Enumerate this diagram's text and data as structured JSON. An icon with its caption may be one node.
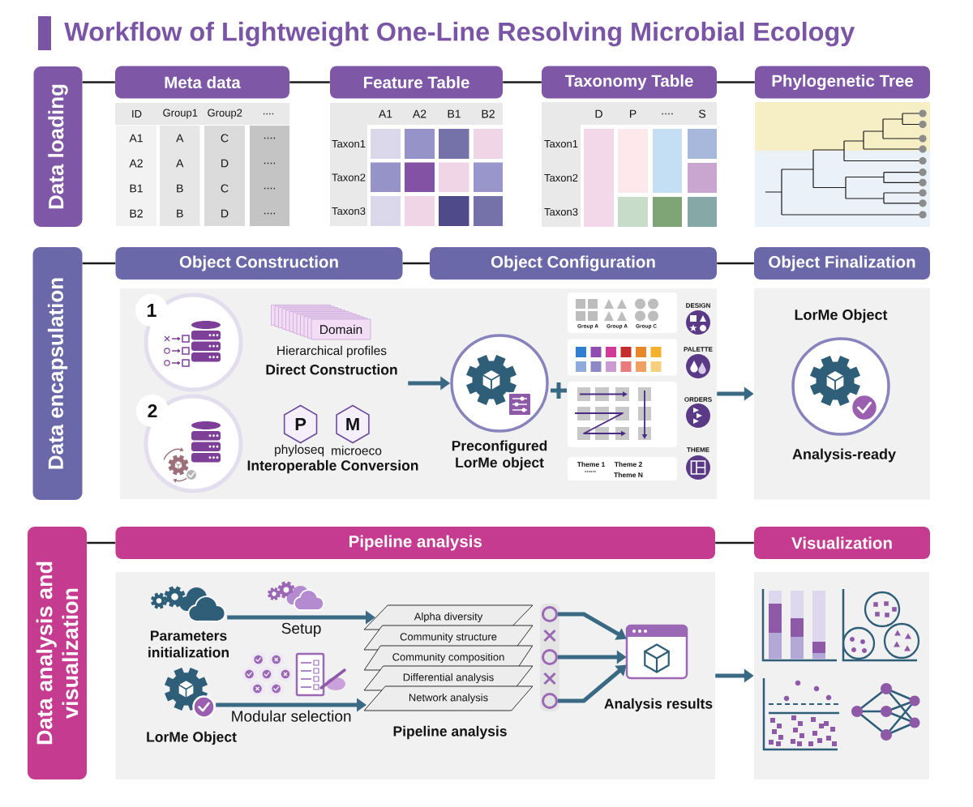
{
  "diagram": {
    "title": "Workflow of Lightweight One-Line Resolving Microbial Ecology",
    "nodes": [
      {
        "text": [
          "Data loading"
        ]
      },
      {
        "text": [
          "Meta data"
        ]
      },
      {
        "text": [
          "Feature Table"
        ]
      },
      {
        "text": [
          "Taxonomy Table"
        ]
      },
      {
        "text": [
          "Phylogenetic Tree"
        ]
      },
      {
        "text": [
          "Data encapsulation"
        ]
      },
      {
        "text": [
          "Object Construction"
        ]
      },
      {
        "text": [
          "Object Configuration"
        ]
      },
      {
        "text": [
          "Object Finalization"
        ]
      },
      {
        "text": [],
        "shape": "box"
      },
      {
        "text": [
          "Domain"
        ],
        "in": 9,
        "beside": [
          "Hierarchical profiles"
        ]
      },
      {
        "text": [
          "P"
        ],
        "in": 9,
        "beside": [
          "phyloseq"
        ]
      },
      {
        "text": [
          "M"
        ],
        "in": 9,
        "beside": [
          "microeco"
        ]
      },
      {
        "text": [],
        "shape": "circle",
        "in": 9,
        "beside": [
          "Preconfigured LorMe object"
        ]
      },
      {
        "text": [
          "Group A",
          "Group A",
          "Group C"
        ],
        "in": 9
      },
      {
        "text": [],
        "shape": "box",
        "in": 9
      },
      {
        "text": [],
        "shape": "box",
        "in": 9
      },
      {
        "text": [
          "Theme 1",
          "Theme 2",
          "......",
          "Theme N"
        ],
        "in": 9
      },
      {
        "text": [
          "LorMe Object",
          "Analysis-ready"
        ]
      },
      {
        "text": [
          "Data analysis and visualization"
        ]
      },
      {
        "text": [
          "Pipeline analysis"
        ]
      },
      {
        "text": [
          "Visualization"
        ]
      },
      {
        "text": [],
        "shape": "box"
      },
      {
        "text": [],
        "shape": "picture",
        "in": 22,
        "beside": [
          "Parameters initialization"
        ]
      },
      {
        "text": [],
        "shape": "picture",
        "in": 22,
        "beside": [
          "LorMe Object"
        ]
      },
      {
        "text": [
          "Alpha diversity"
        ],
        "in": 22
      },
      {
        "text": [
          "Community structure"
        ],
        "in": 22
      },
      {
        "text": [
          "Community composition"
        ],
        "in": 22
      },
      {
        "text": [
          "Differential analysis"
        ],
        "in": 22
      },
      {
        "text": [
          "Network analysis"
        ],
        "in": 22
      },
      {
        "text": [],
        "shape": "circle",
        "in": 22
      },
      {
        "text": [],
        "shape": "circle",
        "in": 22
      },
      {
        "text": [],
        "shape": "circle",
        "in": 22
      },
      {
        "text": [],
        "shape": "picture",
        "in": 22,
        "beside": [
          "Analysis results"
        ]
      },
      {
        "text": [],
        "shape": "box"
      }
    ],
    "edges": [
      {
        "from": 0,
        "to": 1,
        "arrow": "none"
      },
      {
        "from": 1,
        "to": 2,
        "arrow": "none"
      },
      {
        "from": 2,
        "to": 3,
        "arrow": "none"
      },
      {
        "from": 3,
        "to": 4,
        "arrow": "none"
      },
      {
        "from": 5,
        "to": 6,
        "arrow": "none"
      },
      {
        "from": 6,
        "to": 7,
        "arrow": "none"
      },
      {
        "from": 7,
        "to": 8,
        "arrow": "none"
      },
      {
        "from": null,
        "to": 13,
        "arrow": "to",
        "style": "thick",
        "color": "#3a6984"
      },
      {
        "from": 9,
        "to": 18,
        "arrow": "to",
        "style": "thick",
        "color": "#3a6984"
      },
      {
        "from": 19,
        "to": 20,
        "arrow": "none"
      },
      {
        "from": 20,
        "to": 21,
        "arrow": "none"
      },
      {
        "from": 23,
        "to": 25,
        "arrow": "to",
        "label": "Setup",
        "style": "thick",
        "color": "#3a6984"
      },
      {
        "from": 24,
        "to": 29,
        "arrow": "to",
        "label": "Modular selection",
        "style": "thick",
        "color": "#3a6984"
      },
      {
        "from": 30,
        "to": 33,
        "arrow": "to",
        "style": "thick",
        "color": "#3a6984"
      },
      {
        "from": 31,
        "to": 33,
        "arrow": "to",
        "style": "thick",
        "color": "#3a6984"
      },
      {
        "from": 32,
        "to": 33,
        "arrow": "to",
        "style": "thick",
        "color": "#3a6984"
      },
      {
        "from": 22,
        "to": 34,
        "arrow": "to",
        "style": "thick",
        "color": "#3a6984"
      }
    ],
    "labels": [
      "ID",
      "Group1",
      "Group2",
      "....",
      "A1",
      "A",
      "C",
      "....",
      "A2",
      "A",
      "D",
      "....",
      "B1",
      "B",
      "C",
      "....",
      "B2",
      "B",
      "D",
      "....",
      "A1",
      "A2",
      "B1",
      "B2",
      "Taxon1",
      "Taxon2",
      "Taxon3",
      "D",
      "P",
      "....",
      "S",
      "Taxon1",
      "Taxon2",
      "Taxon3",
      "1",
      "Direct Construction",
      "2",
      "Interoperable Conversion",
      "DESIGN",
      "PALETTE",
      "ORDERS",
      "THEME",
      "Pipeline analysis"
    ]
  }
}
